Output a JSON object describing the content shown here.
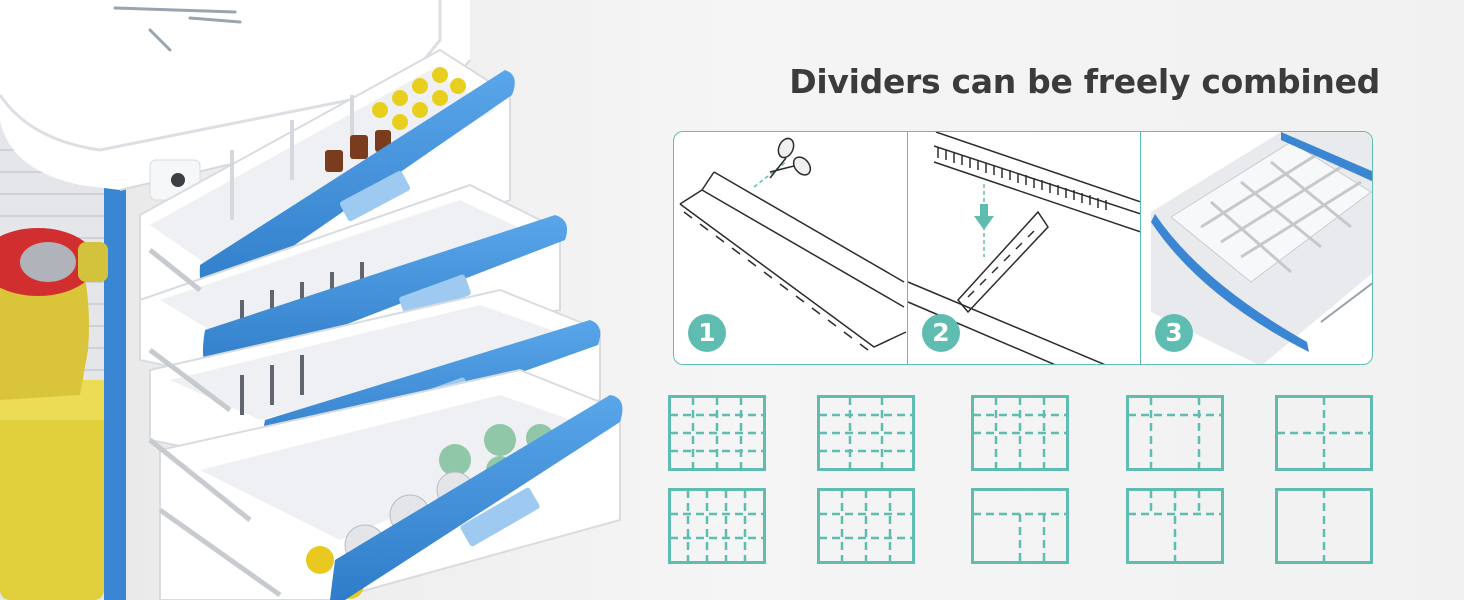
{
  "headline": "Dividers can be freely combined",
  "steps": [
    {
      "number": "1",
      "icon": "scissors-icon"
    },
    {
      "number": "2",
      "icon": "down-arrow-icon"
    },
    {
      "number": "3",
      "icon": "drawer-grid-icon"
    }
  ],
  "colors": {
    "accent": "#5ebdb0",
    "drawer_blue": "#3d8bd8",
    "text": "#3b3b3b",
    "background": "#f3f3f3"
  },
  "layout_count": 10
}
